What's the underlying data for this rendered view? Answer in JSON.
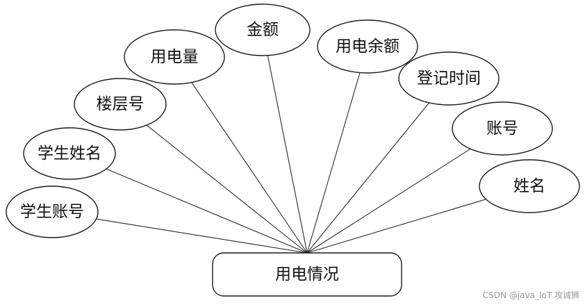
{
  "entity": {
    "label": "用电情况"
  },
  "attributes": [
    {
      "id": "student-account",
      "label": "学生账号"
    },
    {
      "id": "student-name",
      "label": "学生姓名"
    },
    {
      "id": "floor-number",
      "label": "楼层号"
    },
    {
      "id": "electricity-usage",
      "label": "用电量"
    },
    {
      "id": "amount",
      "label": "金额"
    },
    {
      "id": "electricity-balance",
      "label": "用电余额"
    },
    {
      "id": "register-time",
      "label": "登记时间"
    },
    {
      "id": "account",
      "label": "账号"
    },
    {
      "id": "name",
      "label": "姓名"
    }
  ],
  "watermark": "CSDN @java_IoT 攻诚狮"
}
